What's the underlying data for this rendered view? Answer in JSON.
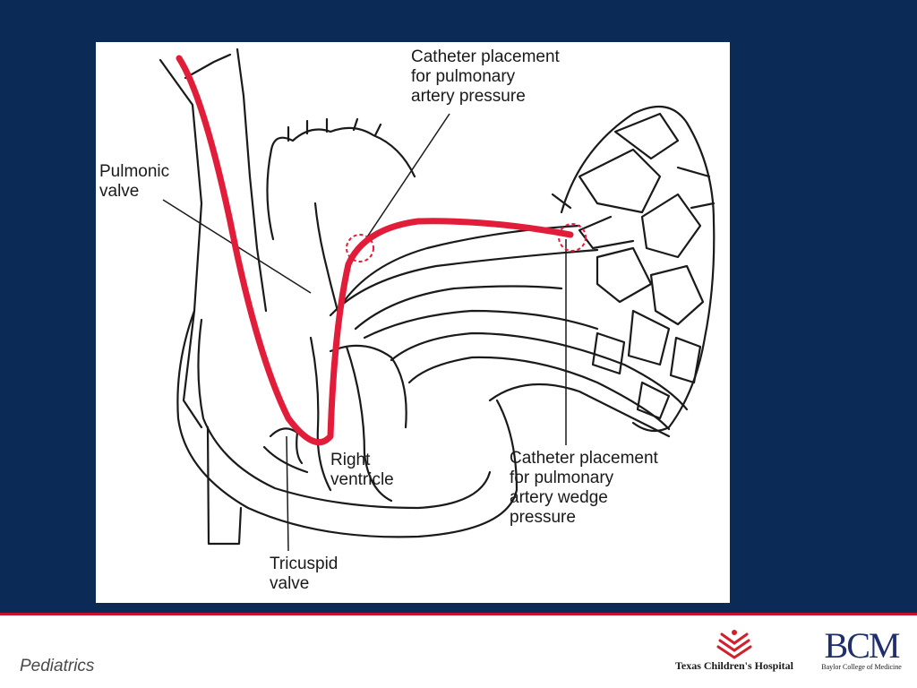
{
  "diagram": {
    "labels": {
      "catheter_pa": [
        "Catheter placement",
        "for pulmonary",
        "artery pressure"
      ],
      "pulmonic_valve": [
        "Pulmonic",
        "valve"
      ],
      "right_ventricle": [
        "Right",
        "ventricle"
      ],
      "catheter_wedge": [
        "Catheter placement",
        "for pulmonary",
        "artery wedge",
        "pressure"
      ],
      "tricuspid_valve": [
        "Tricuspid",
        "valve"
      ]
    },
    "colors": {
      "catheter": "#e11d3a",
      "outline": "#1a1a1a"
    }
  },
  "footer": {
    "section": "Pediatrics",
    "logo_tch": "Texas Children's Hospital",
    "logo_bcm_mark": "BCM",
    "logo_bcm_text": "Baylor College of Medicine"
  },
  "theme": {
    "header_bg": "#0b2a55",
    "accent": "#c8102e"
  }
}
